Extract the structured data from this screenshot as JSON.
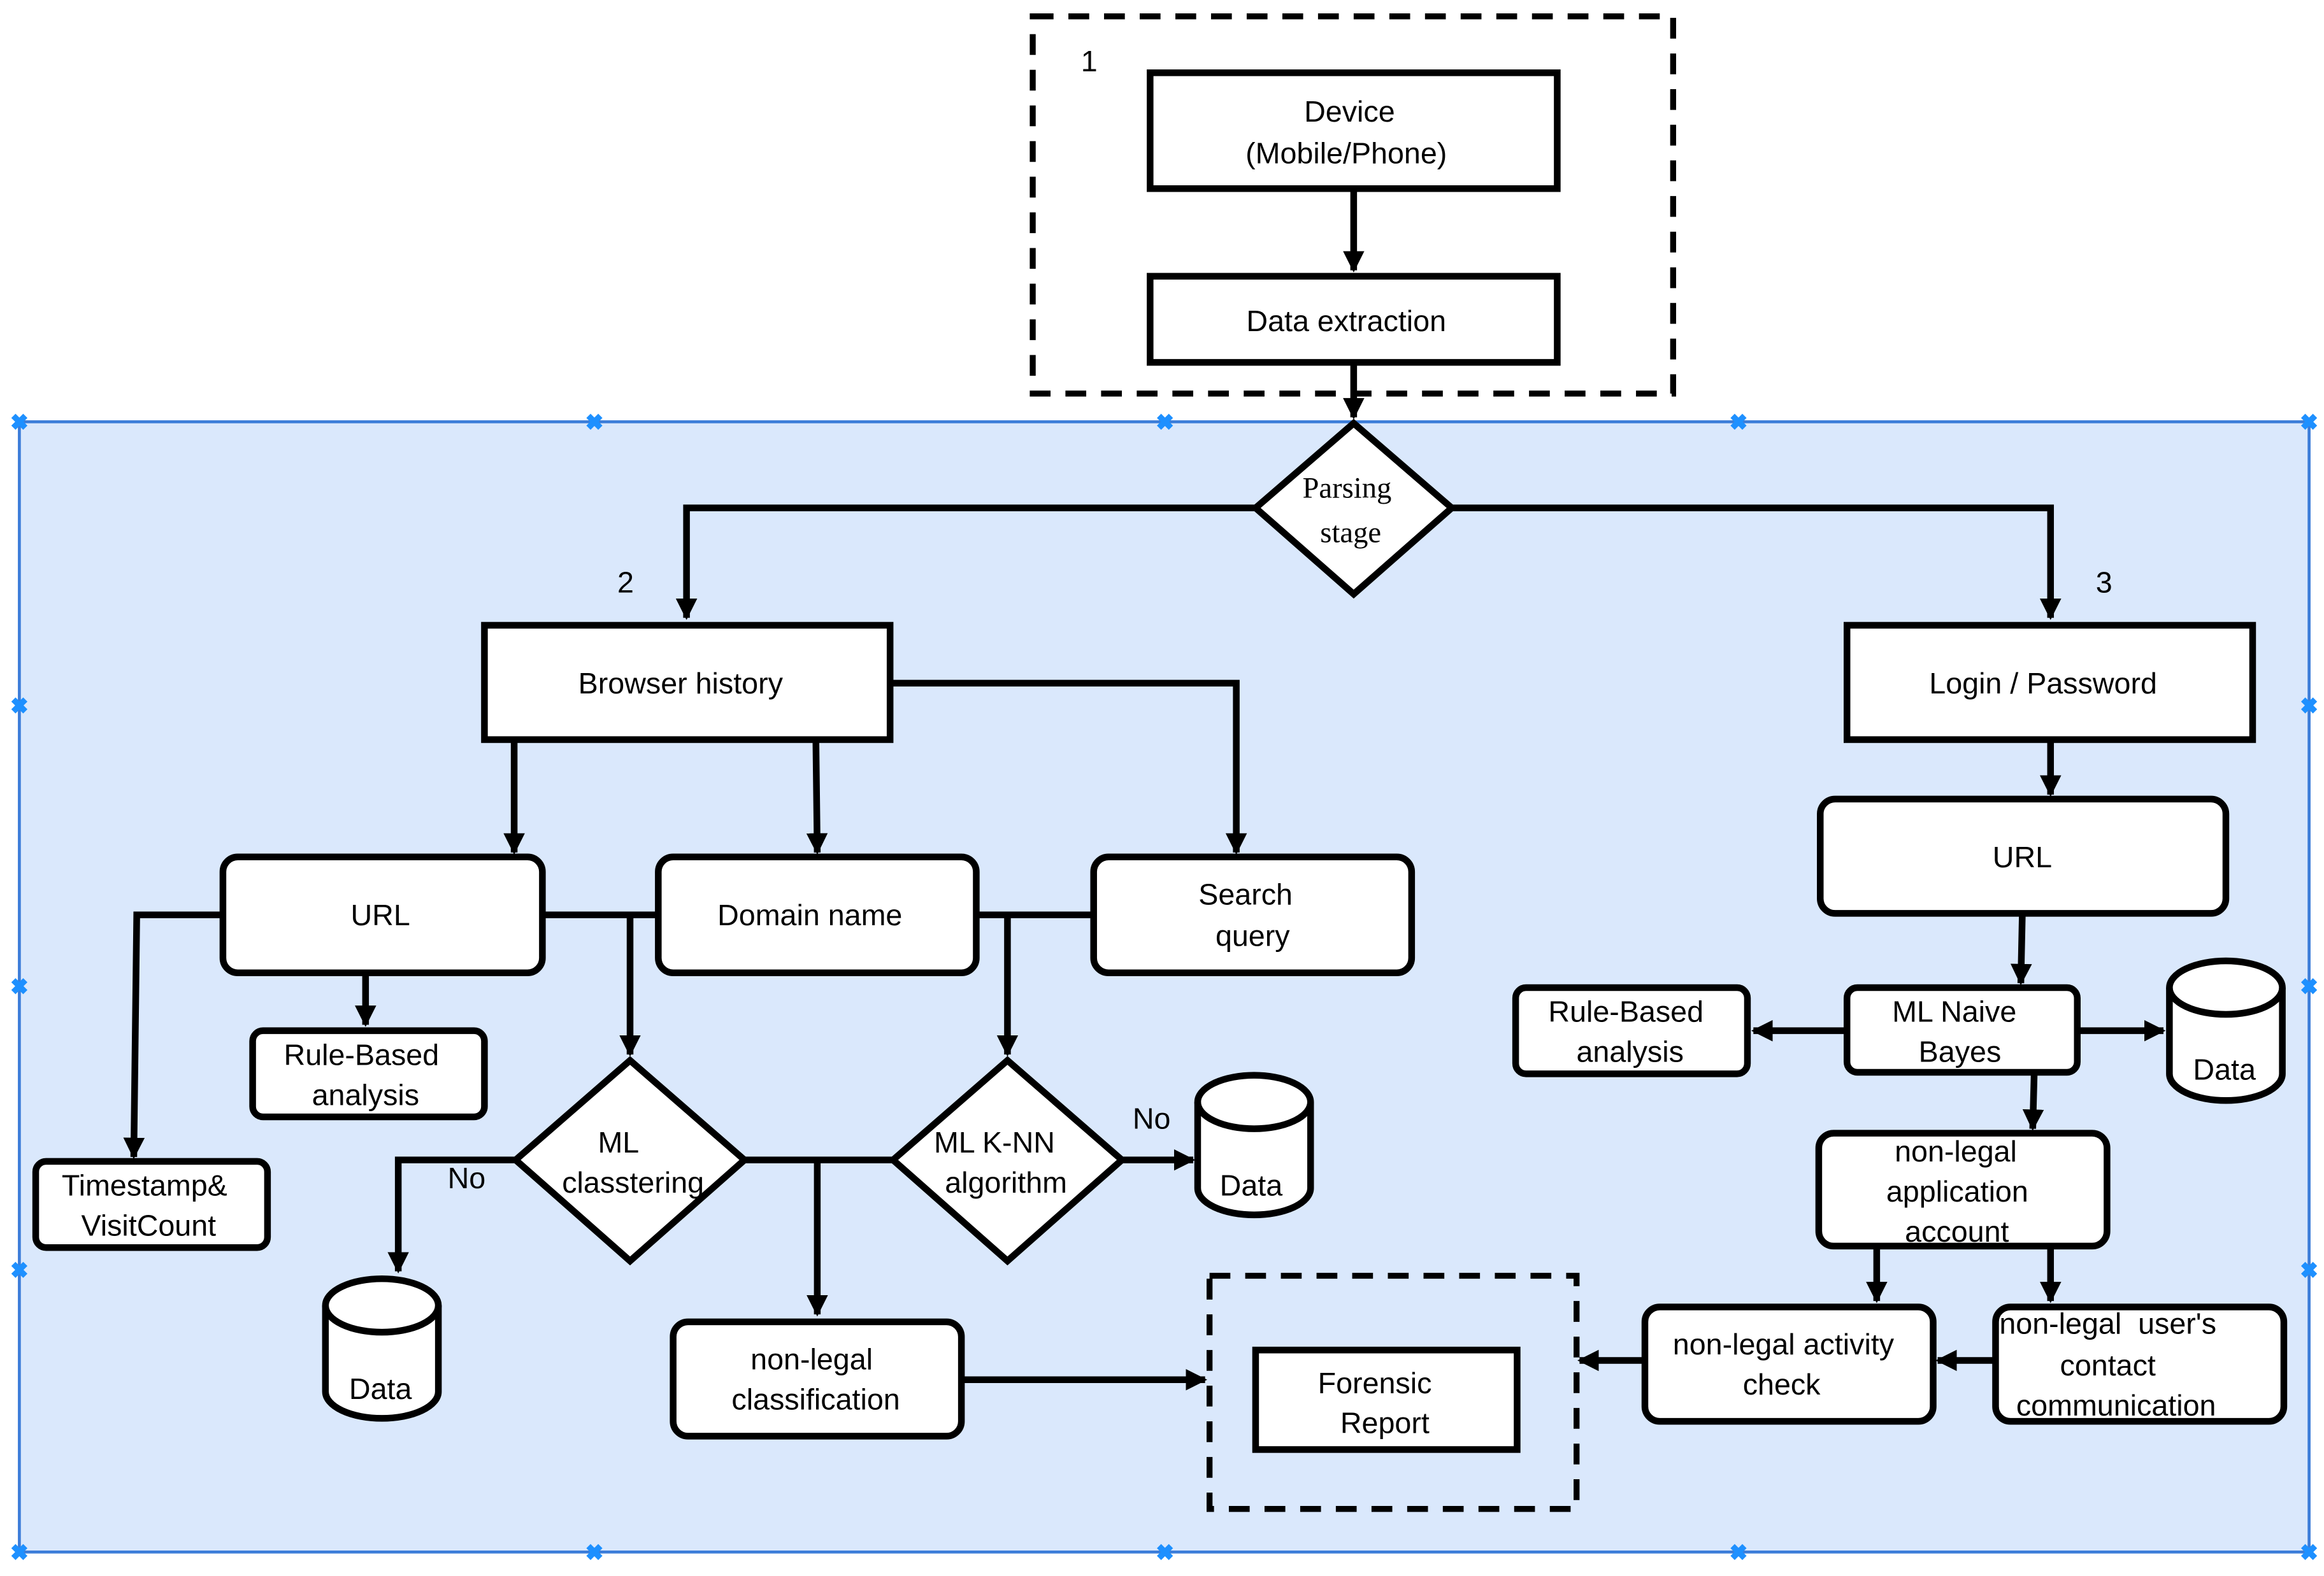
{
  "colors": {
    "panel_fill": "#dae8fc",
    "panel_border": "#3c7dd9",
    "selection_handle": "#1e90ff",
    "stroke": "#000000",
    "node_fill": "#ffffff"
  },
  "diagram": {
    "group_labels": {
      "stage1": "1",
      "stage2": "2",
      "stage3": "3"
    },
    "nodes": {
      "device": [
        "Device",
        "(Mobile/Phone)"
      ],
      "data_extraction": [
        "Data extraction"
      ],
      "parsing_stage": [
        "Parsing",
        "stage"
      ],
      "browser_history": [
        "Browser history"
      ],
      "url_left": [
        "URL"
      ],
      "domain_name": [
        "Domain name"
      ],
      "search_query": [
        "Search",
        "query"
      ],
      "rule_based_left": [
        "Rule-Based",
        "analysis"
      ],
      "timestamp": [
        "Timestamp&",
        "VisitCount"
      ],
      "ml_clustering": [
        "ML",
        "classtering"
      ],
      "ml_knn": [
        "ML K-NN",
        "algorithm"
      ],
      "data_left": [
        "Data"
      ],
      "data_mid": [
        "Data"
      ],
      "non_legal_classification": [
        "non-legal",
        "classification"
      ],
      "forensic_report": [
        "Forensic",
        "Report"
      ],
      "login_password": [
        "Login / Password"
      ],
      "url_right": [
        "URL"
      ],
      "rule_based_right": [
        "Rule-Based",
        "analysis"
      ],
      "ml_naive_bayes": [
        "ML Naive",
        "Bayes"
      ],
      "data_right": [
        "Data"
      ],
      "non_legal_app_account": [
        "non-legal",
        "application",
        "account"
      ],
      "non_legal_activity": [
        "non-legal activity",
        "check"
      ],
      "non_legal_contact": [
        "non-legal  user's",
        "contact",
        "communication"
      ]
    },
    "edge_labels": {
      "no_left": "No",
      "no_right": "No"
    }
  }
}
